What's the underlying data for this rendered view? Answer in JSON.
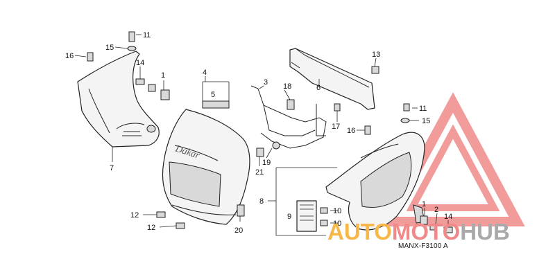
{
  "callouts": [
    "11",
    "15",
    "16",
    "14",
    "1",
    "7",
    "4",
    "5",
    "3",
    "18",
    "6",
    "13",
    "17",
    "19",
    "21",
    "8",
    "9",
    "10",
    "10",
    "11",
    "15",
    "16",
    "12",
    "12",
    "20",
    "1",
    "2",
    "14"
  ],
  "watermark": {
    "part1": "AUTO",
    "part2": "MOTO",
    "part3": "HUB"
  },
  "diagram_code": "MANX-F3100 A",
  "colors": {
    "watermark_red": "#f08a8a",
    "watermark_orange": "#f7b84a",
    "watermark_gray": "#a9a9a9",
    "line": "#222222"
  }
}
